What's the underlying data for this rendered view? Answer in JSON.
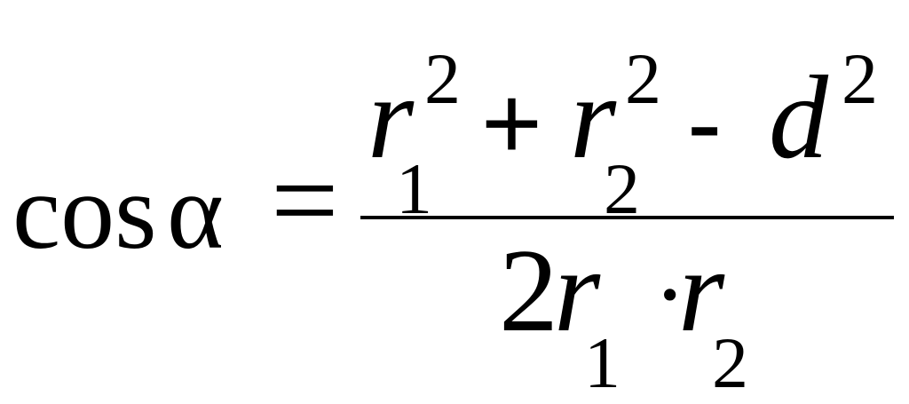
{
  "formula": {
    "left_side": {
      "function": "cos",
      "angle": "α",
      "relation": "="
    },
    "numerator": {
      "term_1": "r",
      "term_1_subscript": "1",
      "term_1_superscript": "2",
      "operator_1": "+",
      "term_2": "r",
      "term_2_subscript": "2",
      "term_2_superscript": "2",
      "operator_2": "-",
      "term_3": "d",
      "term_3_superscript": "2"
    },
    "denominator": {
      "coefficient": "2",
      "term_1": "r",
      "term_1_subscript": "1",
      "operator": "·",
      "term_2": "r",
      "term_2_subscript": "2"
    }
  }
}
